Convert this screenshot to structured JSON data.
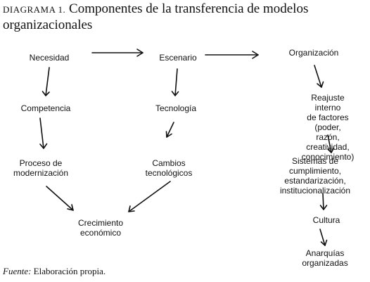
{
  "title": {
    "prefix": "DIAGRAMA 1.",
    "text": "Componentes de la transferencia de modelos organizacionales"
  },
  "nodes": {
    "necesidad": "Necesidad",
    "escenario": "Escenario",
    "organizacion": "Organización",
    "competencia": "Competencia",
    "tecnologia": "Tecnología",
    "reajuste": "Reajuste interno\nde factores (poder,\nrazón, creatividad,\nconocimiento)",
    "proceso": "Proceso de\nmodernización",
    "cambios": "Cambios\ntecnológicos",
    "sistemas": "Sistemas de cumplimiento,\nestandarización,\ninstitucionalización",
    "crecimiento": "Crecimiento\neconómico",
    "cultura": "Cultura",
    "anarquias": "Anarquías organizadas"
  },
  "source": {
    "label": "Fuente:",
    "text": "Elaboración propia."
  }
}
